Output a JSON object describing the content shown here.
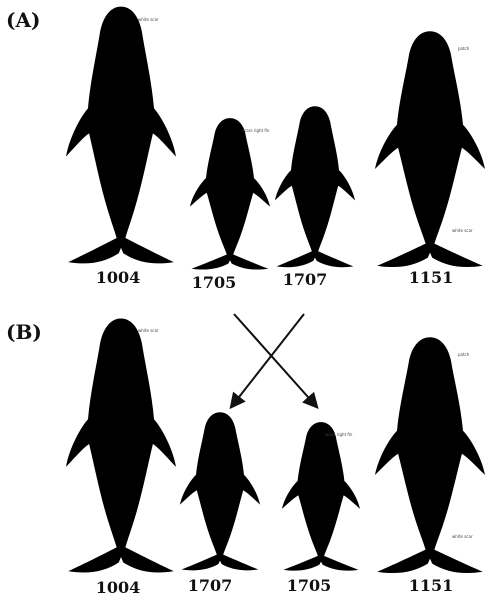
{
  "panels": {
    "a": {
      "label": "(A)",
      "ids": [
        "1004",
        "1705",
        "1707",
        "1151"
      ]
    },
    "b": {
      "label": "(B)",
      "ids": [
        "1004",
        "1707",
        "1705",
        "1151"
      ]
    }
  },
  "notes": {
    "n1004": "white scar",
    "n1705": "scars right fin",
    "n1151a": "patch",
    "n1151b": "white scar"
  },
  "colors": {
    "outline": "#555555",
    "markings": "#222222",
    "arrows": "#111111"
  }
}
